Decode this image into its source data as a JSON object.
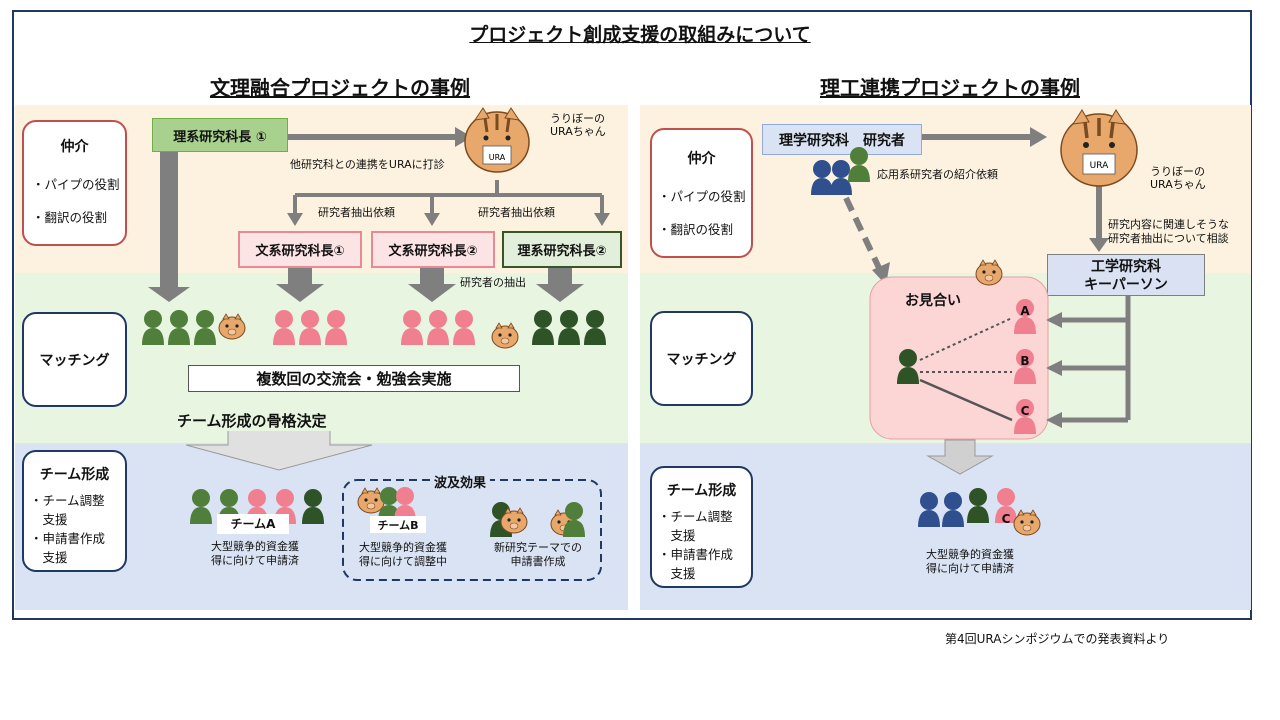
{
  "title": "プロジェクト創成支援の取組みについて",
  "left": {
    "heading": "文理融合プロジェクトの事例",
    "roles": {
      "mediation": {
        "title": "仲介",
        "items": [
          "・パイプの役割",
          "・翻訳の役割"
        ]
      },
      "matching": {
        "title": "マッチング"
      },
      "team": {
        "title": "チーム形成",
        "items": [
          "・チーム調整",
          "　支援",
          "・申請書作成",
          "　支援"
        ]
      }
    },
    "science_dean1": "理系研究科長 ①",
    "ura_mascot": "うりぼーの\nURAちゃん",
    "ura_label": "URA",
    "sound_out": "他研究科との連携をURAに打診",
    "extract_req1": "研究者抽出依頼",
    "extract_req2": "研究者抽出依頼",
    "humanities_dean1": "文系研究科長①",
    "humanities_dean2": "文系研究科長②",
    "science_dean2": "理系研究科長②",
    "extraction": "研究者の抽出",
    "exchange": "複数回の交流会・勉強会実施",
    "skeleton": "チーム形成の骨格決定",
    "team_a": "チームA",
    "team_a_desc": "大型競争的資金獲\n得に向けて申請済",
    "ripple": "波及効果",
    "team_b": "チームB",
    "team_b_desc": "大型競争的資金獲\n得に向けて調整中",
    "new_theme": "新研究テーマでの\n申請書作成"
  },
  "right": {
    "heading": "理工連携プロジェクトの事例",
    "roles": {
      "mediation": {
        "title": "仲介",
        "items": [
          "・パイプの役割",
          "・翻訳の役割"
        ]
      },
      "matching": {
        "title": "マッチング"
      },
      "team": {
        "title": "チーム形成",
        "items": [
          "・チーム調整",
          "　支援",
          "・申請書作成",
          "　支援"
        ]
      }
    },
    "science_researcher": "理学研究科　研究者",
    "ura_label": "URA",
    "ura_mascot": "うりぼーの\nURAちゃん",
    "applied_intro": "応用系研究者の紹介依頼",
    "consult": "研究内容に関連しそうな\n研究者抽出について相談",
    "eng_keyperson": "工学研究科\nキーパーソン",
    "omiai": "お見合い",
    "candidates": [
      "A",
      "B",
      "C"
    ],
    "team_c_label": "C",
    "result_desc": "大型競争的資金獲\n得に向けて申請済"
  },
  "footer": "第4回URAシンポジウムでの発表資料より",
  "colors": {
    "band_mediation": "#fdf2e0",
    "band_matching": "#e8f5e1",
    "band_team": "#dae3f3",
    "green": "#4f7f3a",
    "darkgreen": "#2e5327",
    "pink": "#f08090",
    "navy": "#2f4f8f"
  }
}
